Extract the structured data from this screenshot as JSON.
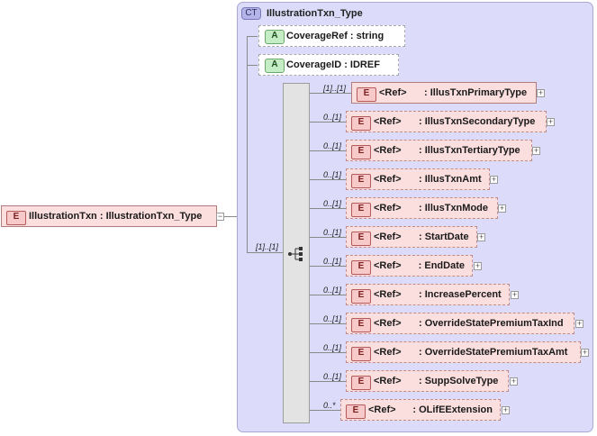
{
  "root": {
    "badge": "E",
    "name": "IllustrationTxn",
    "type": ": IllustrationTxn_Type",
    "expander": "−"
  },
  "complex_type": {
    "badge": "CT",
    "name": "IllustrationTxn_Type"
  },
  "attributes": [
    {
      "badge": "A",
      "name": "CoverageRef",
      "type": ": string"
    },
    {
      "badge": "A",
      "name": "CoverageID",
      "type": ": IDREF"
    }
  ],
  "sequence": {
    "multiplicity": "[1]..[1]",
    "icon": "sequence-compositor-icon"
  },
  "elements": [
    {
      "badge": "E",
      "ref": "<Ref>",
      "type": ": IllusTxnPrimaryType",
      "multiplicity": "[1]..[1]",
      "expander": "+"
    },
    {
      "badge": "E",
      "ref": "<Ref>",
      "type": ": IllusTxnSecondaryType",
      "multiplicity": "0..[1]",
      "expander": "+"
    },
    {
      "badge": "E",
      "ref": "<Ref>",
      "type": ": IllusTxnTertiaryType",
      "multiplicity": "0..[1]",
      "expander": "+"
    },
    {
      "badge": "E",
      "ref": "<Ref>",
      "type": ": IllusTxnAmt",
      "multiplicity": "0..[1]",
      "expander": "+"
    },
    {
      "badge": "E",
      "ref": "<Ref>",
      "type": ": IllusTxnMode",
      "multiplicity": "0..[1]",
      "expander": "+"
    },
    {
      "badge": "E",
      "ref": "<Ref>",
      "type": ": StartDate",
      "multiplicity": "0..[1]",
      "expander": "+"
    },
    {
      "badge": "E",
      "ref": "<Ref>",
      "type": ": EndDate",
      "multiplicity": "0..[1]",
      "expander": "+"
    },
    {
      "badge": "E",
      "ref": "<Ref>",
      "type": ": IncreasePercent",
      "multiplicity": "0..[1]",
      "expander": "+"
    },
    {
      "badge": "E",
      "ref": "<Ref>",
      "type": ": OverrideStatePremiumTaxInd",
      "multiplicity": "0..[1]",
      "expander": "+"
    },
    {
      "badge": "E",
      "ref": "<Ref>",
      "type": ": OverrideStatePremiumTaxAmt",
      "multiplicity": "0..[1]",
      "expander": "+"
    },
    {
      "badge": "E",
      "ref": "<Ref>",
      "type": ": SuppSolveType",
      "multiplicity": "0..[1]",
      "expander": "+"
    },
    {
      "badge": "E",
      "ref": "<Ref>",
      "type": ": OLifEExtension",
      "multiplicity": "0..*",
      "expander": "+"
    }
  ]
}
